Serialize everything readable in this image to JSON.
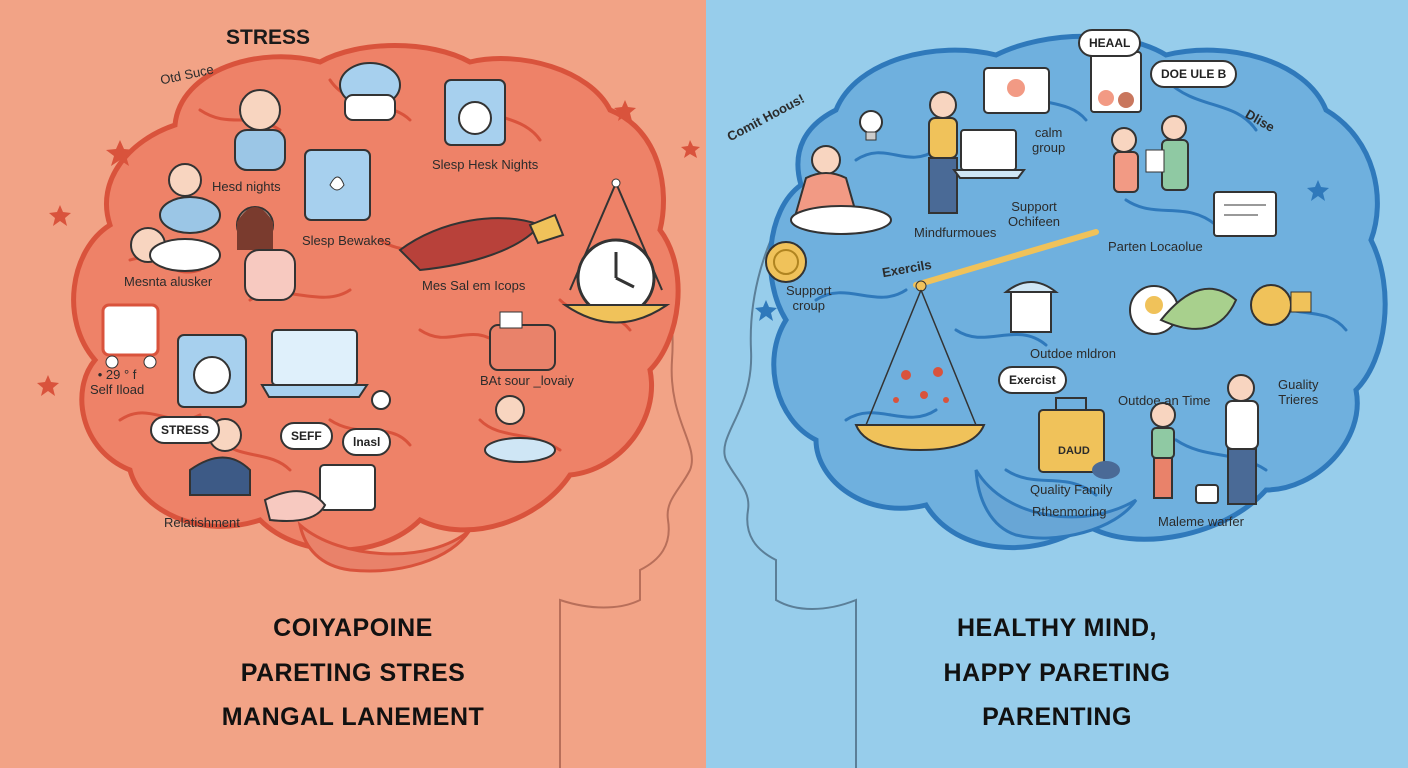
{
  "left": {
    "title": "STRESS",
    "labels": {
      "otd_suce": "Otd Suce",
      "sleep_hesk": "Slesp Hesk Nights",
      "hesd_nights": "Hesd nights",
      "sleep_bewakes": "Slesp Bewakes",
      "mesnta_alusker": "Mesnta alusker",
      "mes_sal": "Mes Sal em Icops",
      "self_iload": "• 29 ° f\nSelf Iload",
      "bat_sour": "BAt sour _lovaiy",
      "relatishment": "Relatishment"
    },
    "bubbles": {
      "stress": "STRESS",
      "seff": "SEFF",
      "lnasl": "lnasl"
    },
    "caption": [
      "COIYAPOINE",
      "PARETING STRES",
      "MANGAL LANEMENT"
    ],
    "colors": {
      "background": "#f2a386",
      "brain": "#ee8268",
      "outline": "#d9533c"
    }
  },
  "right": {
    "labels": {
      "comit_hoous": "Comit Hoous!",
      "calm_group": "calm\ngroup",
      "dlise": "Dlise",
      "mindfulness": "Mindfurmoues",
      "support_children": "Support\nOchifeen",
      "parten_locaolue": "Parten Locaolue",
      "support_group": "Support\ncroup",
      "exercils": "Exercils",
      "outdoor_mldron": "Outdoe mldron",
      "outdoor_time": "Outdoe an Time",
      "quality_trieres": "Guality\nTrieres",
      "quality_family": "Quality Family",
      "remembering": "Rthenmoring",
      "maleme_warfer": "Maleme warfer"
    },
    "bubbles": {
      "heaal": "HEAAL",
      "doe_ule": "DOE ULE B",
      "exercist": "Exercist",
      "dand": "DAUD"
    },
    "caption": [
      "HEALTHY MIND,",
      "HAPPY PARETING",
      "PARENTING"
    ],
    "colors": {
      "background": "#97cdeb",
      "brain": "#6fb0de",
      "outline": "#2f79bb"
    }
  }
}
